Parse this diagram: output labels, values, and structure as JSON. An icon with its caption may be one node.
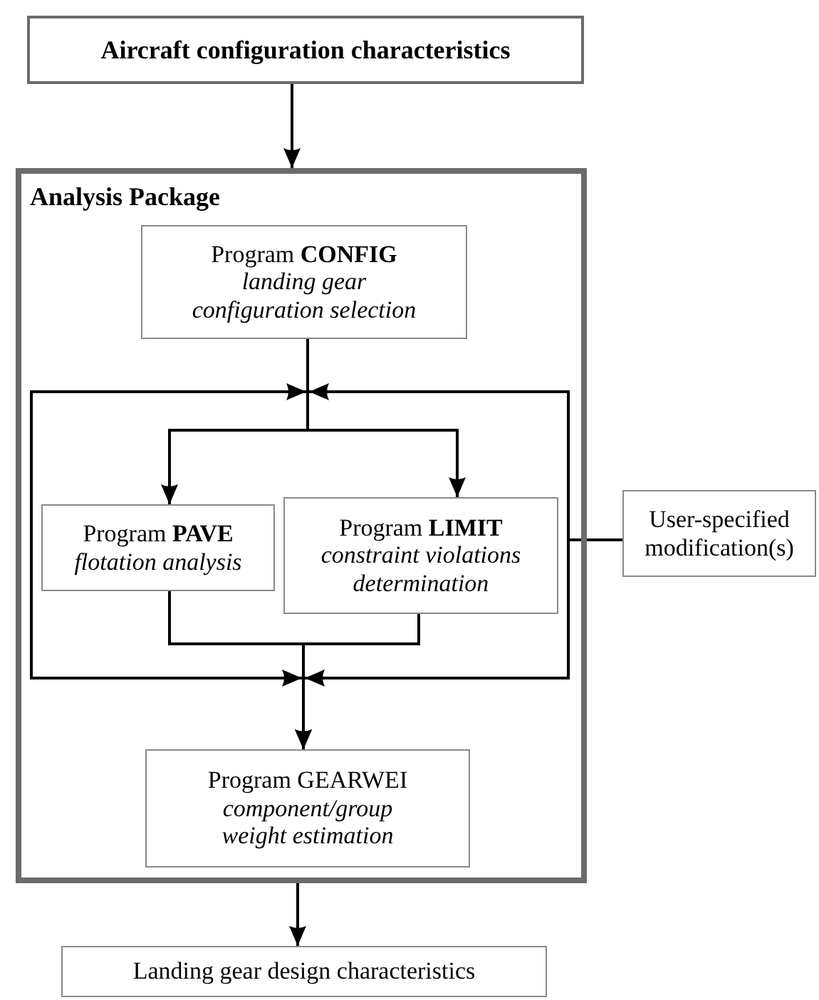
{
  "diagram": {
    "nodes": [
      {
        "text": [
          "Aircraft configuration characteristics"
        ]
      },
      {
        "text": [
          "Analysis Package"
        ]
      },
      {
        "text": [
          "Program **CONFIG**",
          "landing gear configuration selection"
        ],
        "in": 1
      },
      {
        "text": [
          "Program **PAVE**",
          "flotation analysis"
        ],
        "in": 1
      },
      {
        "text": [
          "Program **LIMIT**",
          "constraint violations determination"
        ],
        "in": 1
      },
      {
        "text": [
          "Program GEARWEI",
          "component/group weight estimation"
        ],
        "in": 1
      },
      {
        "text": [
          "User-specified modification(s)"
        ]
      },
      {
        "text": [
          "Landing gear design characteristics"
        ]
      }
    ],
    "edges": [
      {
        "from": 0,
        "to": 1,
        "arrow": "to"
      },
      {
        "from": 2,
        "to": 3,
        "arrow": "to"
      },
      {
        "from": 2,
        "to": 4,
        "arrow": "to"
      },
      {
        "from": 3,
        "to": 5,
        "arrow": "to"
      },
      {
        "from": 4,
        "to": 5,
        "arrow": "to"
      },
      {
        "from": 1,
        "to": 7,
        "arrow": "to"
      },
      {
        "from": 6,
        "to": null,
        "arrow": "to"
      },
      {
        "from": 6,
        "to": null,
        "arrow": "to"
      },
      {
        "from": 6,
        "to": null,
        "arrow": "to"
      },
      {
        "from": 6,
        "to": null,
        "arrow": "to"
      }
    ]
  }
}
